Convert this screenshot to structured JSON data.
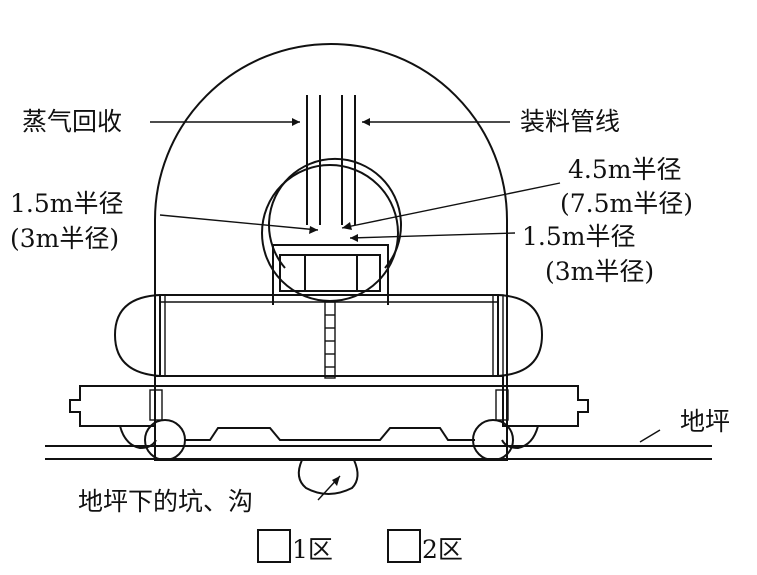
{
  "labels": {
    "vapor_recovery": "蒸气回收",
    "loading_line": "装料管线",
    "radius_45": "4.5m半径",
    "radius_75": "(7.5m半径)",
    "left_radius_15": "1.5m半径",
    "left_radius_3": "(3m半径)",
    "right_radius_15": "1.5m半径",
    "right_radius_3": "(3m半径)",
    "ground": "地坪",
    "pit": "地坪下的坑、沟"
  },
  "legend": {
    "zone1": "1区",
    "zone2": "2区"
  },
  "colors": {
    "line": "#111111",
    "background": "#ffffff"
  }
}
